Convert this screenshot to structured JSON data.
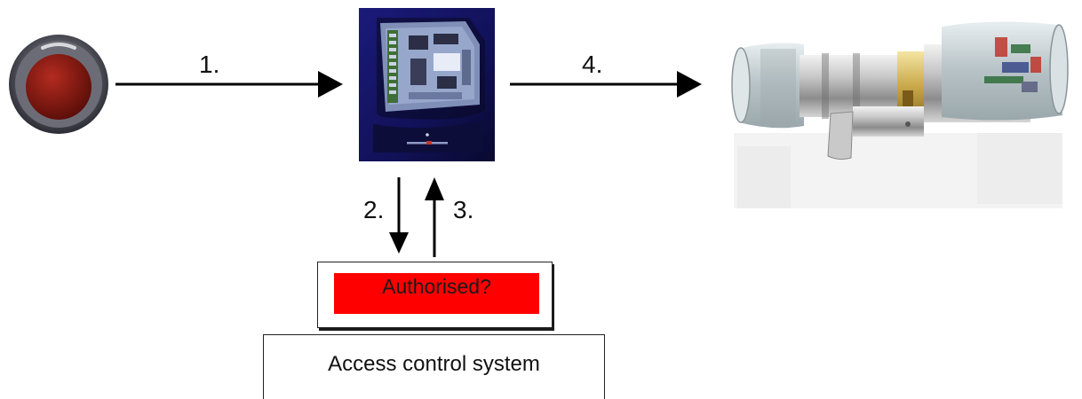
{
  "steps": {
    "step1": "1.",
    "step2": "2.",
    "step3": "3.",
    "step4": "4."
  },
  "authorisation": {
    "label": "Authorised?",
    "color": "#ff0000"
  },
  "access_control": {
    "label": "Access control system"
  },
  "icons": {
    "token": "rfid-key-fob-icon",
    "controller": "door-controller-board-icon",
    "lock": "electronic-lock-cylinder-icon"
  },
  "colors": {
    "arrow": "#000000",
    "controller_bg": "#15146b",
    "token_center": "#8a1a12"
  }
}
